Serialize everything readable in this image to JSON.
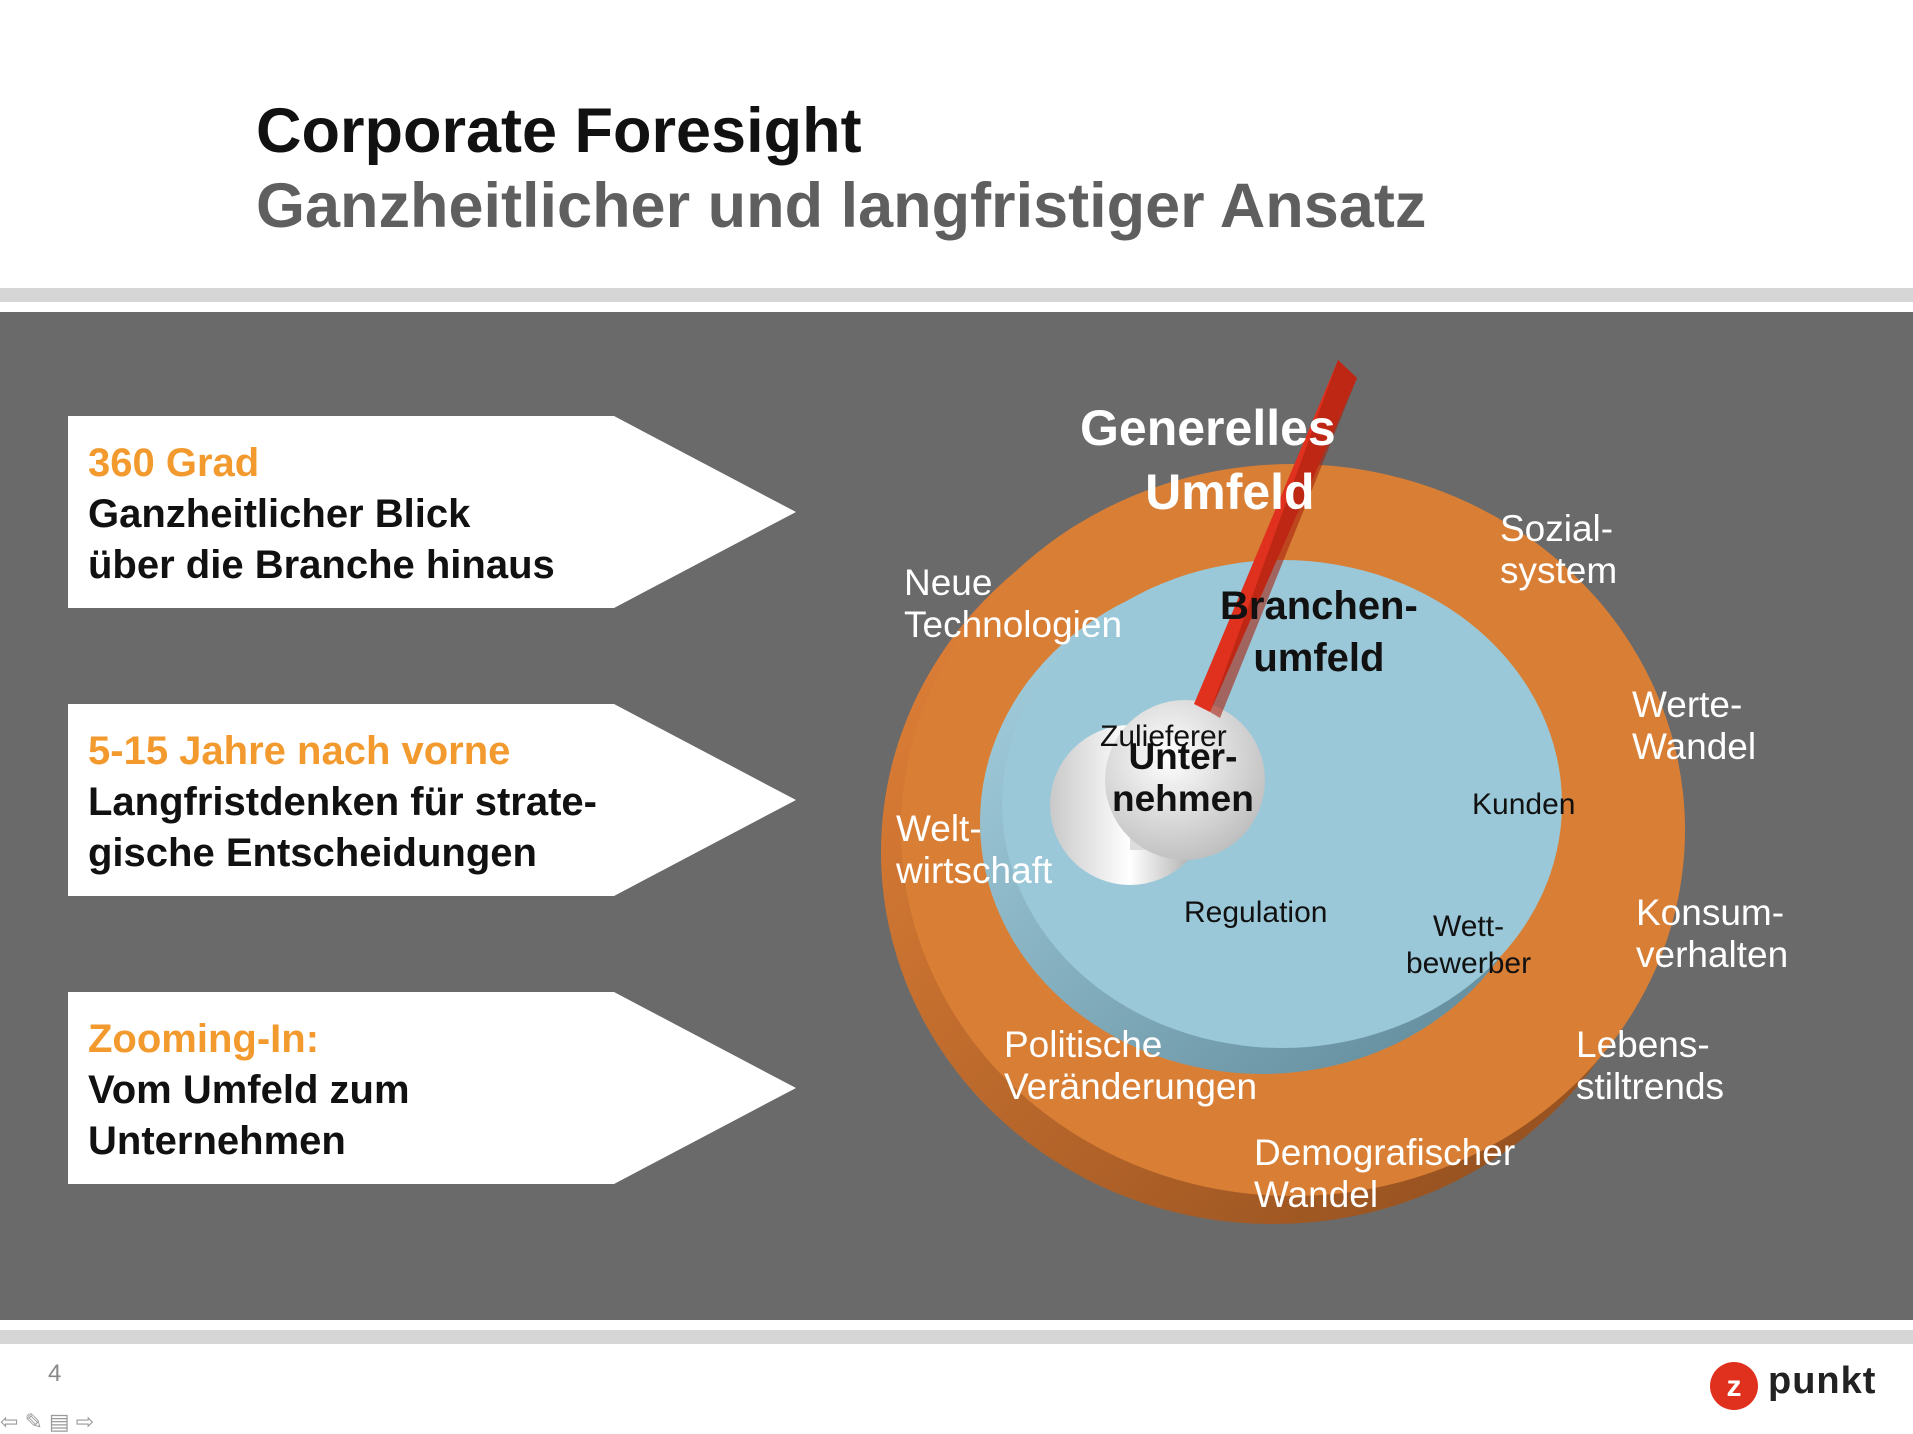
{
  "slide": {
    "title": "Corporate Foresight",
    "subtitle": "Ganzheitlicher und langfristiger Ansatz",
    "page_number": "4"
  },
  "boxes": [
    {
      "heading": "360 Grad",
      "lines": [
        "Ganzheitlicher Blick",
        "über die Branche hinaus"
      ]
    },
    {
      "heading": "5-15 Jahre nach vorne",
      "lines": [
        "Langfristdenken für strate-",
        "gische Entscheidungen"
      ]
    },
    {
      "heading": "Zooming-In:",
      "lines": [
        "Vom Umfeld zum",
        "Unternehmen"
      ]
    }
  ],
  "diagram": {
    "outer_title": [
      "Generelles",
      "Umfeld"
    ],
    "outer_items": {
      "neue": [
        "Neue",
        "Technologien"
      ],
      "sozial": [
        "Sozial-",
        "system"
      ],
      "werte": [
        "Werte-",
        "Wandel"
      ],
      "welt": [
        "Welt-",
        "wirtschaft"
      ],
      "konsum": [
        "Konsum-",
        "verhalten"
      ],
      "lebens": [
        "Lebens-",
        "stiltrends"
      ],
      "politik": [
        "Politische",
        "Veränderungen"
      ],
      "demo": [
        "Demografischer",
        "Wandel"
      ]
    },
    "middle_title": [
      "Branchen-",
      "umfeld"
    ],
    "middle_items": {
      "zulieferer": "Zulieferer",
      "kunden": "Kunden",
      "regulation": "Regulation",
      "wett": [
        "Wett-",
        "bewerber"
      ]
    },
    "center_title": [
      "Unter-",
      "nehmen"
    ]
  },
  "logo": {
    "text": "punkt",
    "mark": "z"
  },
  "colors": {
    "accent": "#f39a2f",
    "outer_ring": "#d97f35",
    "middle_disc": "#9ac8d8",
    "pointer": "#e0301e",
    "panel": "#6a6a6a"
  },
  "icons": [
    "arrow-left-icon",
    "pen-icon",
    "menu-icon",
    "arrow-right-icon"
  ]
}
